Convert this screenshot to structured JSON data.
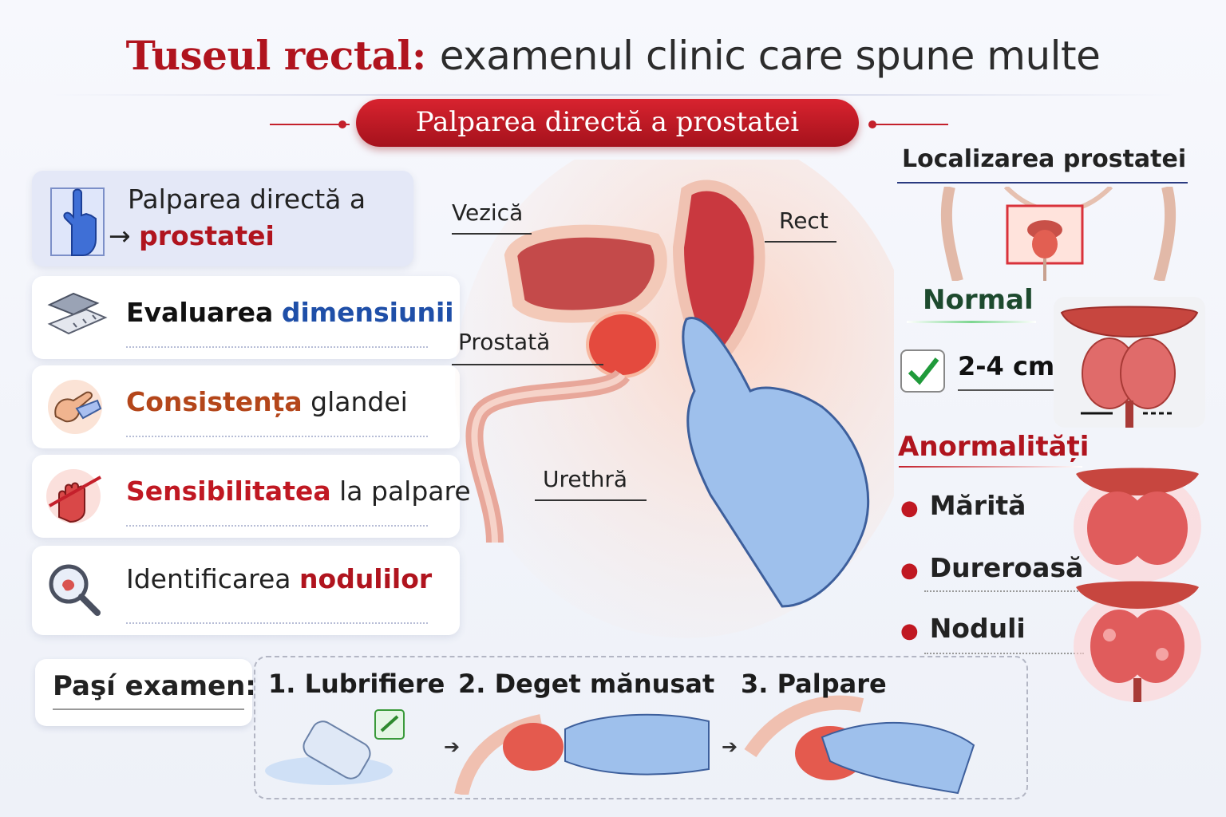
{
  "title": {
    "part1": "Tuseul rectal:",
    "part2": "examenul clinic care spune multe"
  },
  "banner": "Palparea directă a prostatei",
  "features": [
    {
      "icon": "finger-icon",
      "text_plain": "Palparea directă a",
      "text_accent": "prostatei"
    },
    {
      "icon": "ruler-icon",
      "text_plain": "Evaluarea",
      "text_accent": "dimensiunii"
    },
    {
      "icon": "hands-gland-icon",
      "text_accent": "Consistența",
      "text_plain": "glandei"
    },
    {
      "icon": "pain-hand-icon",
      "text_accent": "Sensibilitatea",
      "text_plain": "la palpare"
    },
    {
      "icon": "magnifier-icon",
      "text_plain": "Identificarea",
      "text_accent": "nodulilor"
    }
  ],
  "anatomy_labels": {
    "bladder": "Vezică",
    "rectum": "Rect",
    "prostate": "Prostată",
    "urethra": "Urethră"
  },
  "location": {
    "title": "Localizarea prostatei"
  },
  "normal": {
    "label": "Normal",
    "size": "2-4 cm"
  },
  "abnormal": {
    "title": "Anormalități",
    "items": [
      "Mărită",
      "Dureroasă",
      "Noduli"
    ]
  },
  "steps": {
    "label": "Paşí examen:",
    "items": [
      "1. Lubrifiere",
      "2. Deget mănusat",
      "3. Palpare"
    ]
  },
  "colors": {
    "accent_red": "#b0141e",
    "accent_blue": "#1f4fa8",
    "glove": "#8fb2e6",
    "tissue": "#d9534f"
  }
}
